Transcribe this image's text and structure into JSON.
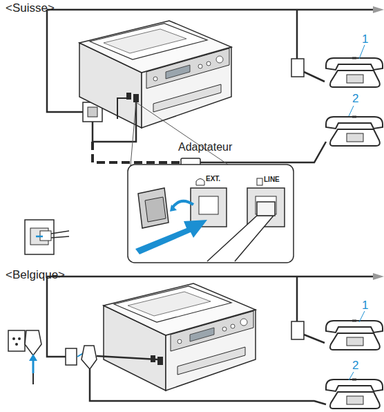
{
  "diagram": {
    "labels": [
      "<Suisse>",
      "1",
      "2",
      "Adaptateur",
      "EXT.",
      "LINE",
      "<Belgique>",
      "1",
      "2"
    ]
  }
}
